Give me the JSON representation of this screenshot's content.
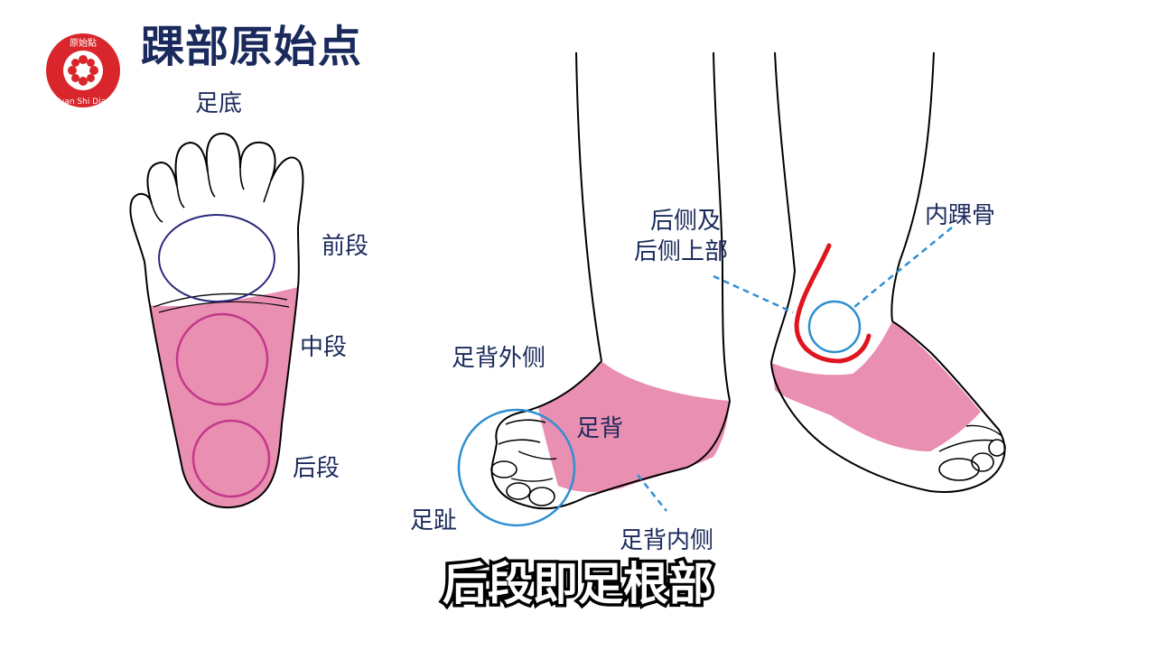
{
  "title": "踝部原始点",
  "logo": {
    "top_text": "原始點",
    "ring_text": "Yuan Shi Dian",
    "icon": "heart-flower-icon"
  },
  "colors": {
    "pink_fill": "#e98fb2",
    "circle_blue": "#2f8fd0",
    "circle_magenta": "#c2388b",
    "circle_purple": "#2b2a7c",
    "red_arc": "#e0141e",
    "label_color": "#1b2a5c",
    "logo_red": "#d9262c"
  },
  "labels": {
    "sole": "足底",
    "front": "前段",
    "middle": "中段",
    "back": "后段",
    "dorsum_outer": "足背外侧",
    "dorsum": "足背",
    "toes": "足趾",
    "dorsum_inner": "足背内侧",
    "posterior_line1": "后侧及",
    "posterior_line2": "后侧上部",
    "malleolus": "内踝骨"
  },
  "subtitle": "后段即足根部"
}
